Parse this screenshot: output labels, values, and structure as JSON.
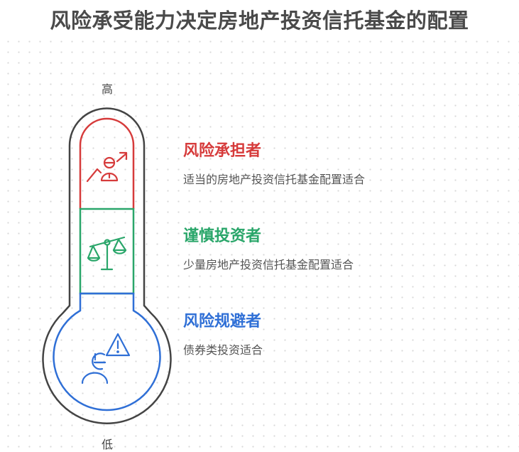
{
  "title": "风险承受能力决定房地产投资信托基金的配置",
  "scale": {
    "high": "高",
    "low": "低"
  },
  "colors": {
    "outline": "#444444",
    "red": "#d63b3b",
    "green": "#2aa66a",
    "blue": "#2f6fd6",
    "text": "#555555",
    "title": "#4a4a4a"
  },
  "levels": [
    {
      "name": "风险承担者",
      "description": "适当的房地产投资信托基金配置适合",
      "icon": "person-trend-up-icon",
      "color": "#d63b3b"
    },
    {
      "name": "谨慎投资者",
      "description": "少量房地产投资信托基金配置适合",
      "icon": "balance-scale-icon",
      "color": "#2aa66a"
    },
    {
      "name": "风险规避者",
      "description": "债券类投资适合",
      "icon": "person-warning-icon",
      "color": "#2f6fd6"
    }
  ]
}
